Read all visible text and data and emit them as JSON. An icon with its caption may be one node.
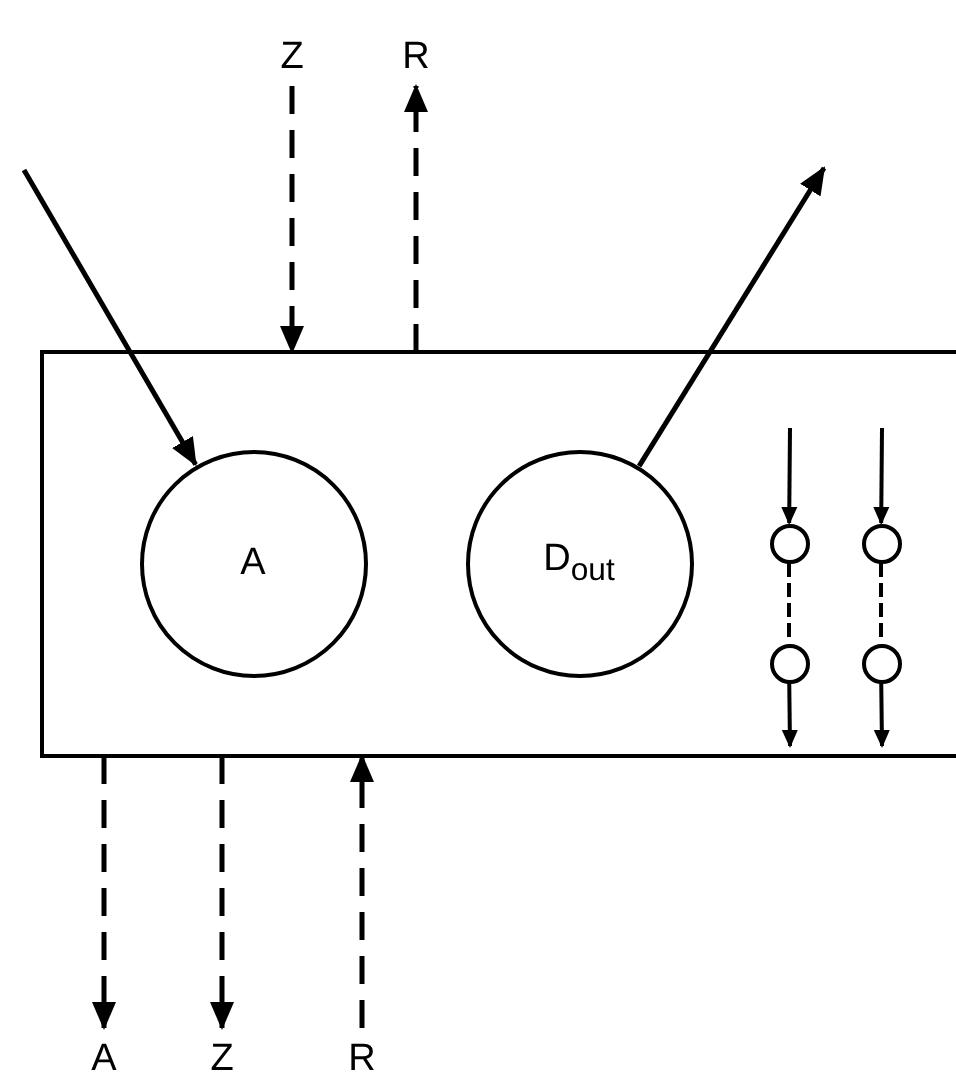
{
  "diagram": {
    "nodes": [
      {
        "text": [],
        "shape": "box"
      },
      {
        "text": [
          "A"
        ],
        "in": 0
      },
      {
        "text": [
          "D$_{out}$"
        ],
        "in": 0
      },
      {
        "text": [],
        "shape": "circle",
        "in": 0
      },
      {
        "text": [],
        "shape": "circle",
        "in": 0
      },
      {
        "text": [],
        "shape": "circle",
        "in": 0
      },
      {
        "text": [],
        "shape": "circle",
        "in": 0
      },
      {
        "text": [
          "Z"
        ]
      },
      {
        "text": [
          "R"
        ]
      },
      {
        "text": [
          "A"
        ]
      },
      {
        "text": [
          "Z"
        ]
      },
      {
        "text": [
          "R"
        ]
      }
    ],
    "edges": [
      {
        "from": 7,
        "to": 0,
        "arrow": "to",
        "style": "dashed"
      },
      {
        "from": 0,
        "to": 8,
        "arrow": "to",
        "style": "dashed"
      },
      {
        "from": null,
        "to": 1,
        "arrow": "to"
      },
      {
        "from": 2,
        "to": null,
        "arrow": "to"
      },
      {
        "from": null,
        "to": 3,
        "arrow": "to"
      },
      {
        "from": null,
        "to": 4,
        "arrow": "to"
      },
      {
        "from": 3,
        "to": 5,
        "arrow": "none",
        "style": "dashed"
      },
      {
        "from": 4,
        "to": 6,
        "arrow": "none",
        "style": "dashed"
      },
      {
        "from": 5,
        "to": null,
        "arrow": "to"
      },
      {
        "from": 6,
        "to": null,
        "arrow": "to"
      },
      {
        "from": 0,
        "to": 9,
        "arrow": "to",
        "style": "dashed"
      },
      {
        "from": 0,
        "to": 10,
        "arrow": "to",
        "style": "dashed"
      },
      {
        "from": 11,
        "to": 0,
        "arrow": "to",
        "style": "dashed"
      }
    ]
  }
}
